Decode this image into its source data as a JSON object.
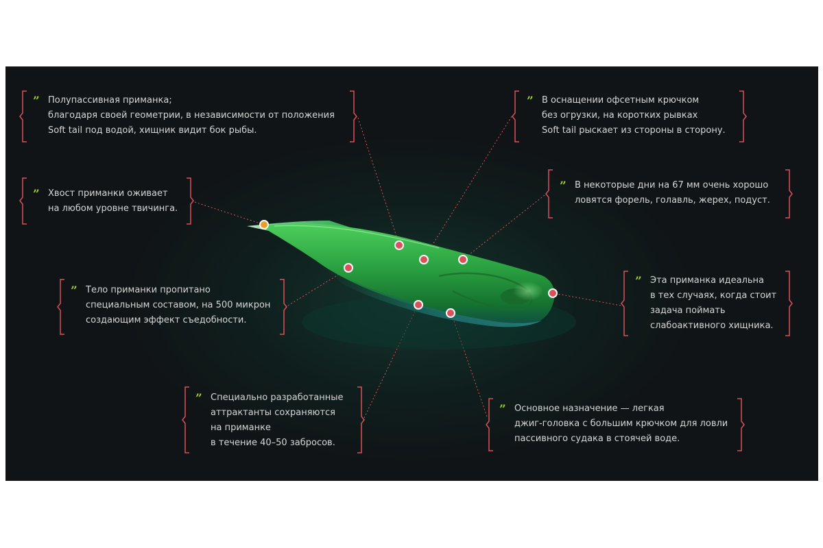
{
  "callouts": [
    {
      "id": "c1",
      "lines": [
        "Полупассивная приманка;",
        "благодаря своей геометрии, в независимости от положения",
        "Soft tail под водой, хищник видит бок рыбы."
      ]
    },
    {
      "id": "c2",
      "lines": [
        "Хвост приманки оживает",
        "на любом уровне твичинга."
      ]
    },
    {
      "id": "c3",
      "lines": [
        "Тело приманки пропитано",
        "специальным составом, на 500 микрон",
        "создающим эффект съедобности."
      ]
    },
    {
      "id": "c4",
      "lines": [
        "Специально разработанные",
        "аттрактанты сохраняются",
        "на приманке",
        "в течение 40–50 забросов."
      ]
    },
    {
      "id": "c5",
      "lines": [
        "В оснащении офсетным крючком",
        "без огрузки, на коротких рывках",
        "Soft tail рыскает из стороны в сторону."
      ]
    },
    {
      "id": "c6",
      "lines": [
        "В некоторые дни на 67 мм очень хорошо",
        "ловятся форель, голавль, жерех, подуст."
      ]
    },
    {
      "id": "c7",
      "lines": [
        "Эта приманка идеальна",
        "в тех случаях, когда стоит",
        "задача поймать",
        "слабоактивного хищника."
      ]
    },
    {
      "id": "c8",
      "lines": [
        "Основное назначение — легкая",
        "джиг-головка с большим крючком для ловли",
        "пассивного судака в стоячей воде."
      ]
    }
  ],
  "quote_glyph": "”",
  "colors": {
    "accent": "#d9525a",
    "quote": "#9ccf2c",
    "tail_dot": "#e8a028",
    "lure_green": "#2eae46"
  }
}
